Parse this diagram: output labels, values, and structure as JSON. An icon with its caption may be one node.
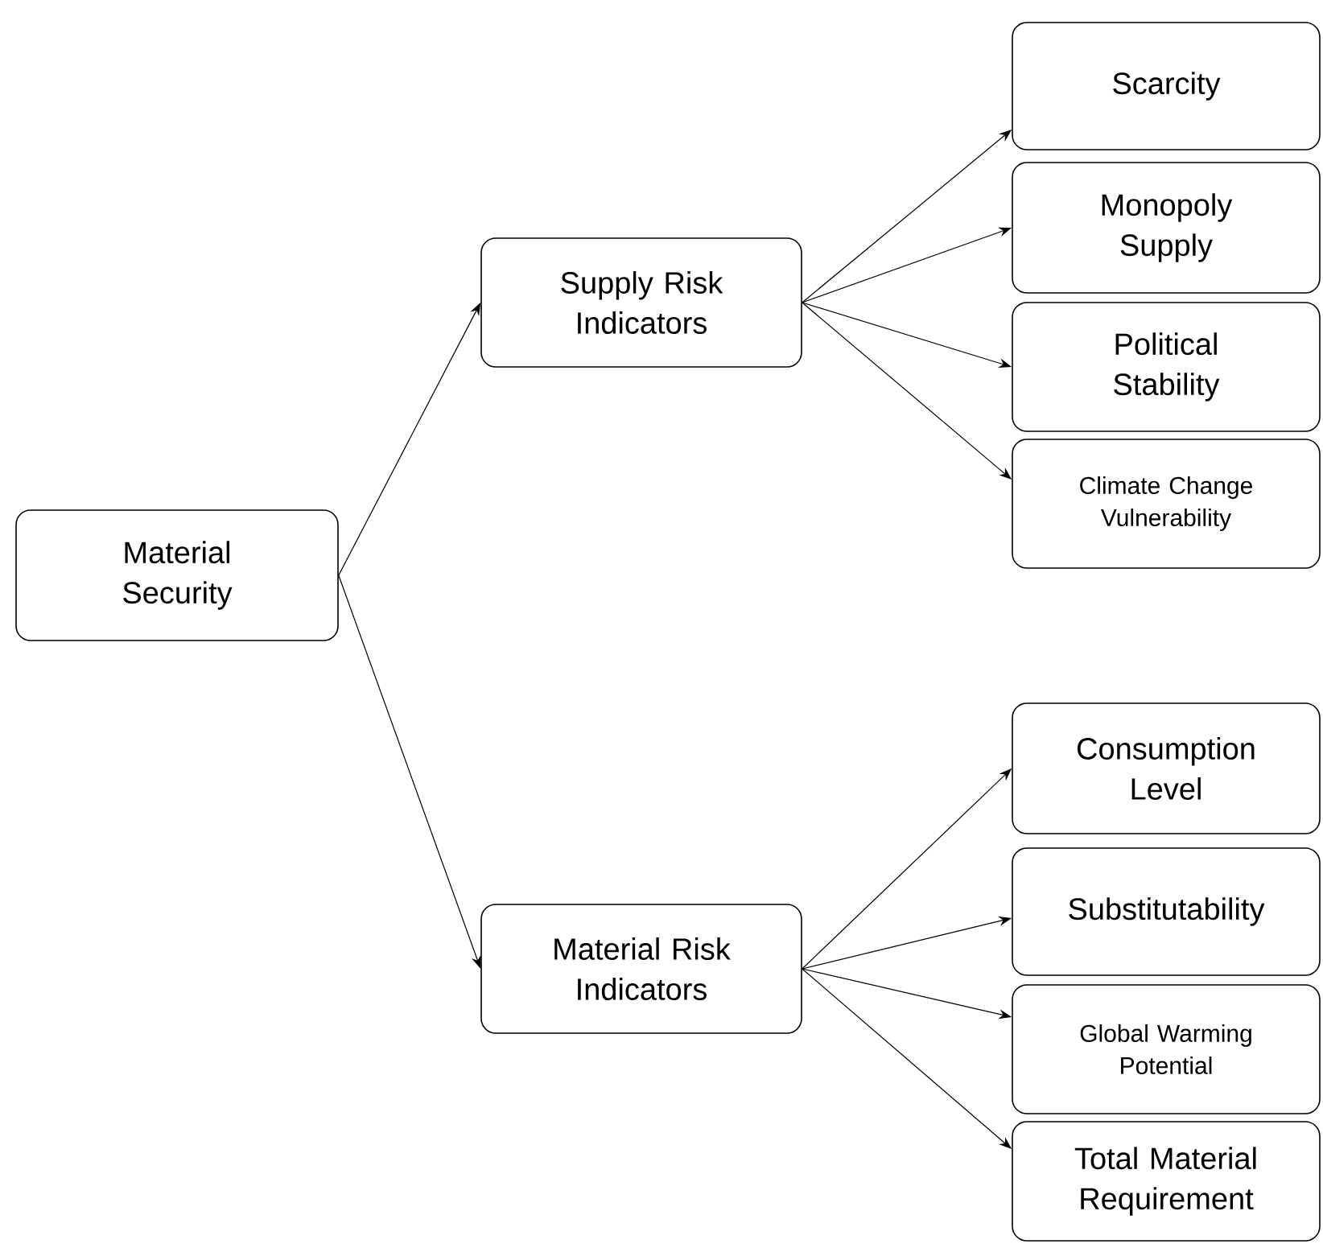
{
  "diagram": {
    "nodes": [
      {
        "text": [
          "Material Security"
        ]
      },
      {
        "text": [
          "Supply Risk Indicators"
        ]
      },
      {
        "text": [
          "Scarcity"
        ]
      },
      {
        "text": [
          "Monopoly Supply"
        ]
      },
      {
        "text": [
          "Political Stability"
        ]
      },
      {
        "text": [
          "Climate Change Vulnerability"
        ]
      },
      {
        "text": [
          "Material Risk Indicators"
        ]
      },
      {
        "text": [
          "Consumption Level"
        ]
      },
      {
        "text": [
          "Substitutability"
        ]
      },
      {
        "text": [
          "Global Warming Potential"
        ]
      },
      {
        "text": [
          "Total Material Requirement"
        ]
      }
    ],
    "edges": [
      {
        "from": 0,
        "to": 1,
        "arrow": "to"
      },
      {
        "from": 0,
        "to": 6,
        "arrow": "to"
      },
      {
        "from": 1,
        "to": 2,
        "arrow": "to"
      },
      {
        "from": 1,
        "to": 3,
        "arrow": "to"
      },
      {
        "from": 1,
        "to": 4,
        "arrow": "to"
      },
      {
        "from": 1,
        "to": 5,
        "arrow": "to"
      },
      {
        "from": 6,
        "to": 7,
        "arrow": "to"
      },
      {
        "from": 6,
        "to": 8,
        "arrow": "to"
      },
      {
        "from": 6,
        "to": 9,
        "arrow": "to"
      },
      {
        "from": 6,
        "to": 10,
        "arrow": "to"
      }
    ]
  }
}
